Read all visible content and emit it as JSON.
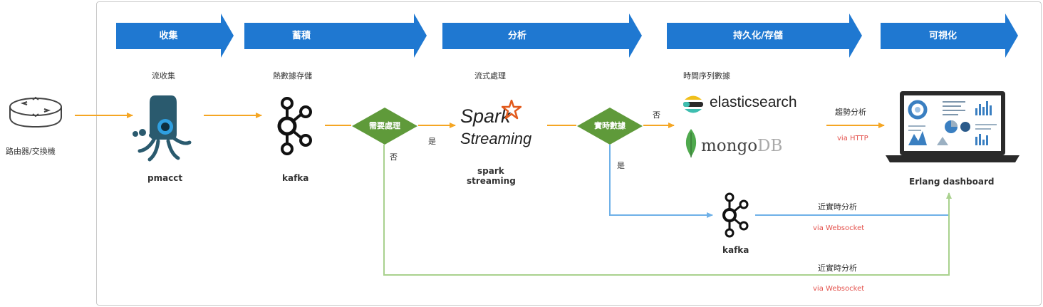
{
  "stages": [
    "收集",
    "蓄積",
    "分析",
    "持久化/存儲",
    "可視化"
  ],
  "captions": {
    "collect": "流收集",
    "store": "熱數據存儲",
    "analyze": "流式處理",
    "timeseries": "時間序列數據"
  },
  "nodes": {
    "router": "路由器/交換機",
    "pmacct": "pmacct",
    "kafka1": "kafka",
    "spark_label_line1": "spark",
    "spark_label_line2": "streaming",
    "spark_logo_line1": "Spark",
    "spark_logo_line2": "Streaming",
    "kafka2": "kafka",
    "elasticsearch": "elasticsearch",
    "mongo_1": "mongo",
    "mongo_2": "DB",
    "dashboard": "Erlang dashboard"
  },
  "decisions": {
    "need_processing": "需要處理",
    "realtime": "實時數據"
  },
  "edge_labels": {
    "yes1": "是",
    "no1": "否",
    "no2": "否",
    "yes2": "是",
    "trend": "趨勢分析",
    "via_http": "via HTTP",
    "near_rt_1": "近實時分析",
    "via_ws_1": "via Websocket",
    "near_rt_2": "近實時分析",
    "via_ws_2": "via Websocket"
  },
  "colors": {
    "stage_blue": "#1f78d1",
    "decision_green": "#5f9a3a",
    "arrow_orange": "#f5a623",
    "arrow_blue": "#6fb1e8",
    "arrow_green": "#a9d18e",
    "via_red": "#e4524d"
  },
  "icons": [
    "router-icon",
    "pmacct-octopus-icon",
    "kafka-icon",
    "spark-streaming-logo",
    "elasticsearch-logo",
    "mongodb-logo",
    "dashboard-laptop-icon"
  ]
}
